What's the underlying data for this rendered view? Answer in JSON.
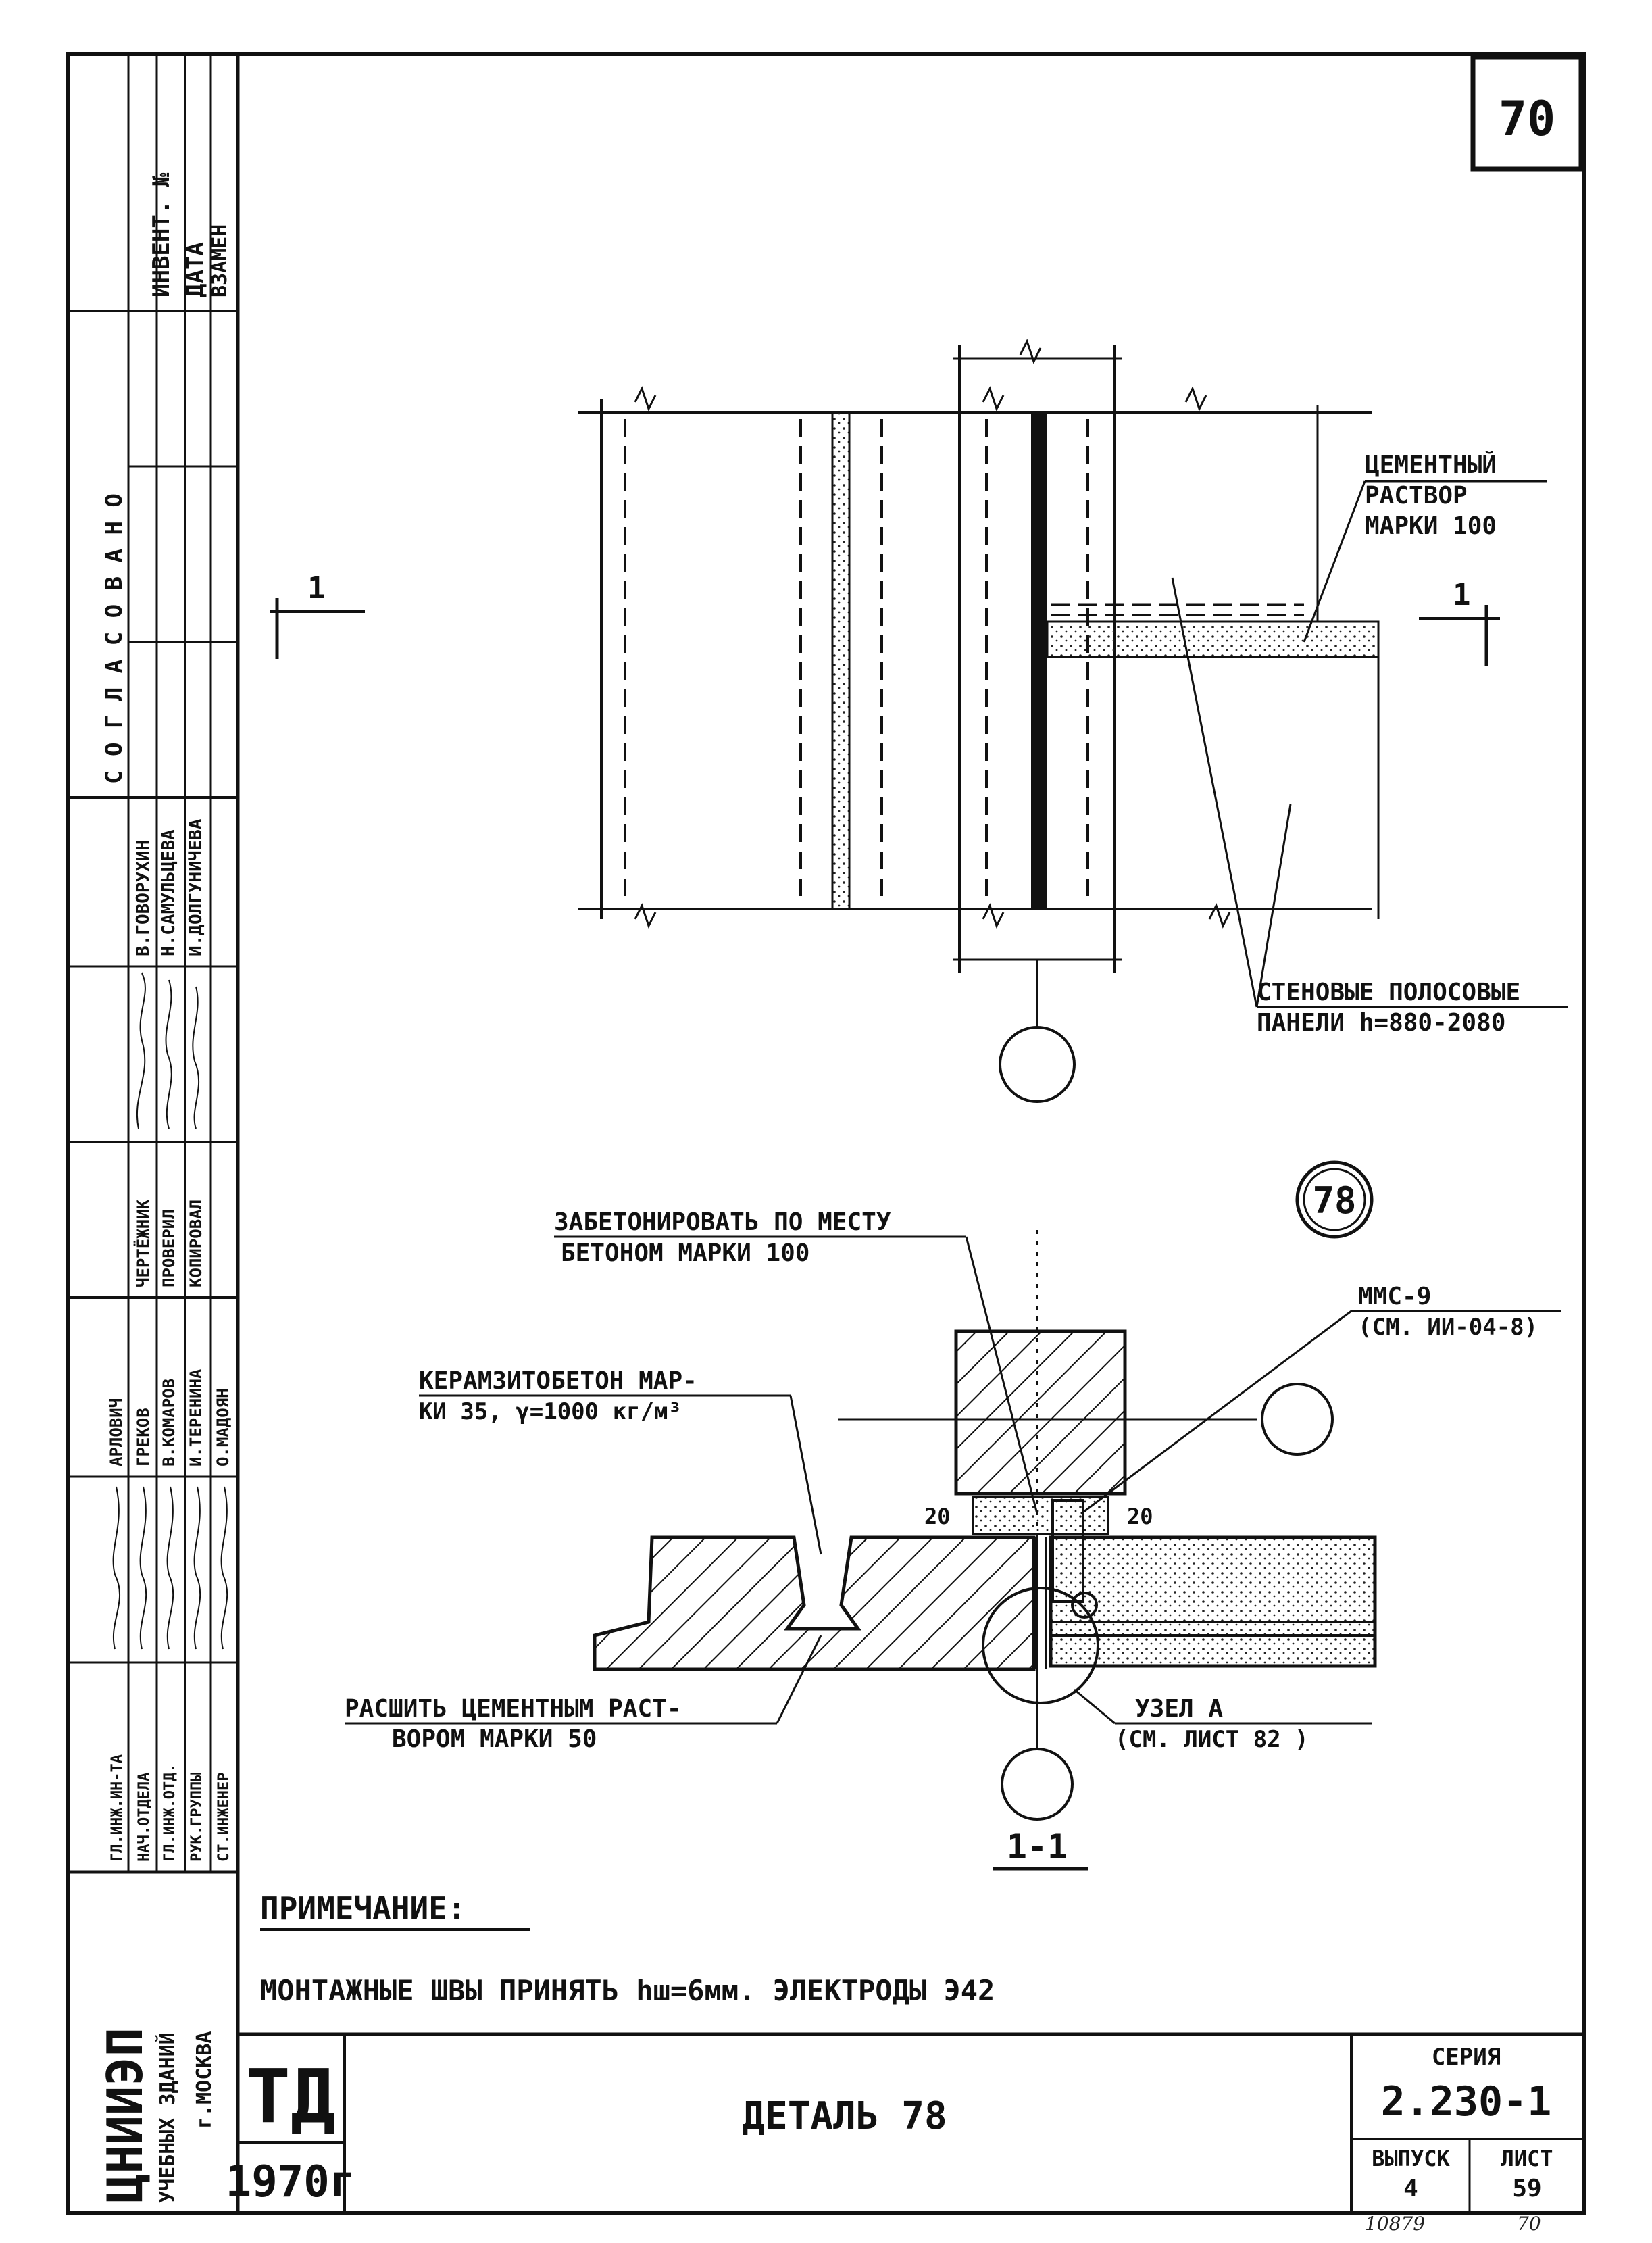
{
  "sheet": {
    "number": "70",
    "bottom_note_left": "10879",
    "bottom_note_right": "70"
  },
  "side_stamp": {
    "headers": [
      "ДАТА",
      "ИНВЕНТ. №",
      "ВЗАМЕН"
    ],
    "agreed": "С О Г Л А С О В А Н О",
    "names_right": [
      "В.ГОВОРУХИН",
      "Н.САМУЛЬЦЕВА",
      "И.ДОЛГУНИЧЕВА"
    ],
    "roles_mid": [
      "ЧЕРТЁЖНИК",
      "ПРОВЕРИЛ",
      "КОПИРОВАЛ"
    ],
    "names_left": [
      "АРЛОВИЧ",
      "ГРЕКОВ",
      "В.КОМАРОВ",
      "И.ТЕРЕНИНА",
      "О.МАДОЯН"
    ],
    "roles_left": [
      "ГЛ.ИНЖ.ИН-ТА",
      "НАЧ.ОТДЕЛА",
      "ГЛ.ИНЖ.ОТД.",
      "РУК.ГРУППЫ",
      "СТ.ИНЖЕНЕР"
    ],
    "institute": "ЦНИИЭП",
    "institute_sub": "УЧЕБНЫХ ЗДАНИЙ",
    "city": "г.МОСКВА"
  },
  "plan": {
    "section_mark": "1",
    "cement_label": [
      "ЦЕМЕНТНЫЙ",
      "РАСТВОР",
      "МАРКИ 100"
    ],
    "panels_label": [
      "СТЕНОВЫЕ ПОЛОСОВЫЕ",
      "ПАНЕЛИ  h=880-2080"
    ]
  },
  "detail": {
    "number": "78",
    "concrete_label": [
      "ЗАБЕТОНИРОВАТЬ ПО МЕСТУ",
      "БЕТОНОМ  МАРКИ 100"
    ],
    "mmc_label": [
      "ММС-9",
      "(СМ. ИИ-04-8)"
    ],
    "keramzit_label": [
      "КЕРАМЗИТОБЕТОН МАР-",
      "КИ 35,     γ=1000 кг/м³"
    ],
    "dim_20_left": "20",
    "dim_20_right": "20",
    "joint_label": [
      "РАСШИТЬ ЦЕМЕНТНЫМ РАСТ-",
      "ВОРОМ  МАРКИ 50"
    ],
    "node_label": [
      "УЗЕЛ А",
      "(СМ. ЛИСТ 82    )"
    ],
    "section_title": "1-1"
  },
  "note": {
    "title": "ПРИМЕЧАНИЕ:",
    "text": "МОНТАЖНЫЕ  ШВЫ   ПРИНЯТЬ  hш=6мм.  ЭЛЕКТРОДЫ  Э42"
  },
  "title_block": {
    "td": "ТД",
    "year": "1970г",
    "title": "ДЕТАЛЬ 78",
    "series_label": "СЕРИЯ",
    "series_value": "2.230-1",
    "issue_label": "ВЫПУСК",
    "issue_value": "4",
    "sheet_label": "ЛИСТ",
    "sheet_value": "59"
  }
}
